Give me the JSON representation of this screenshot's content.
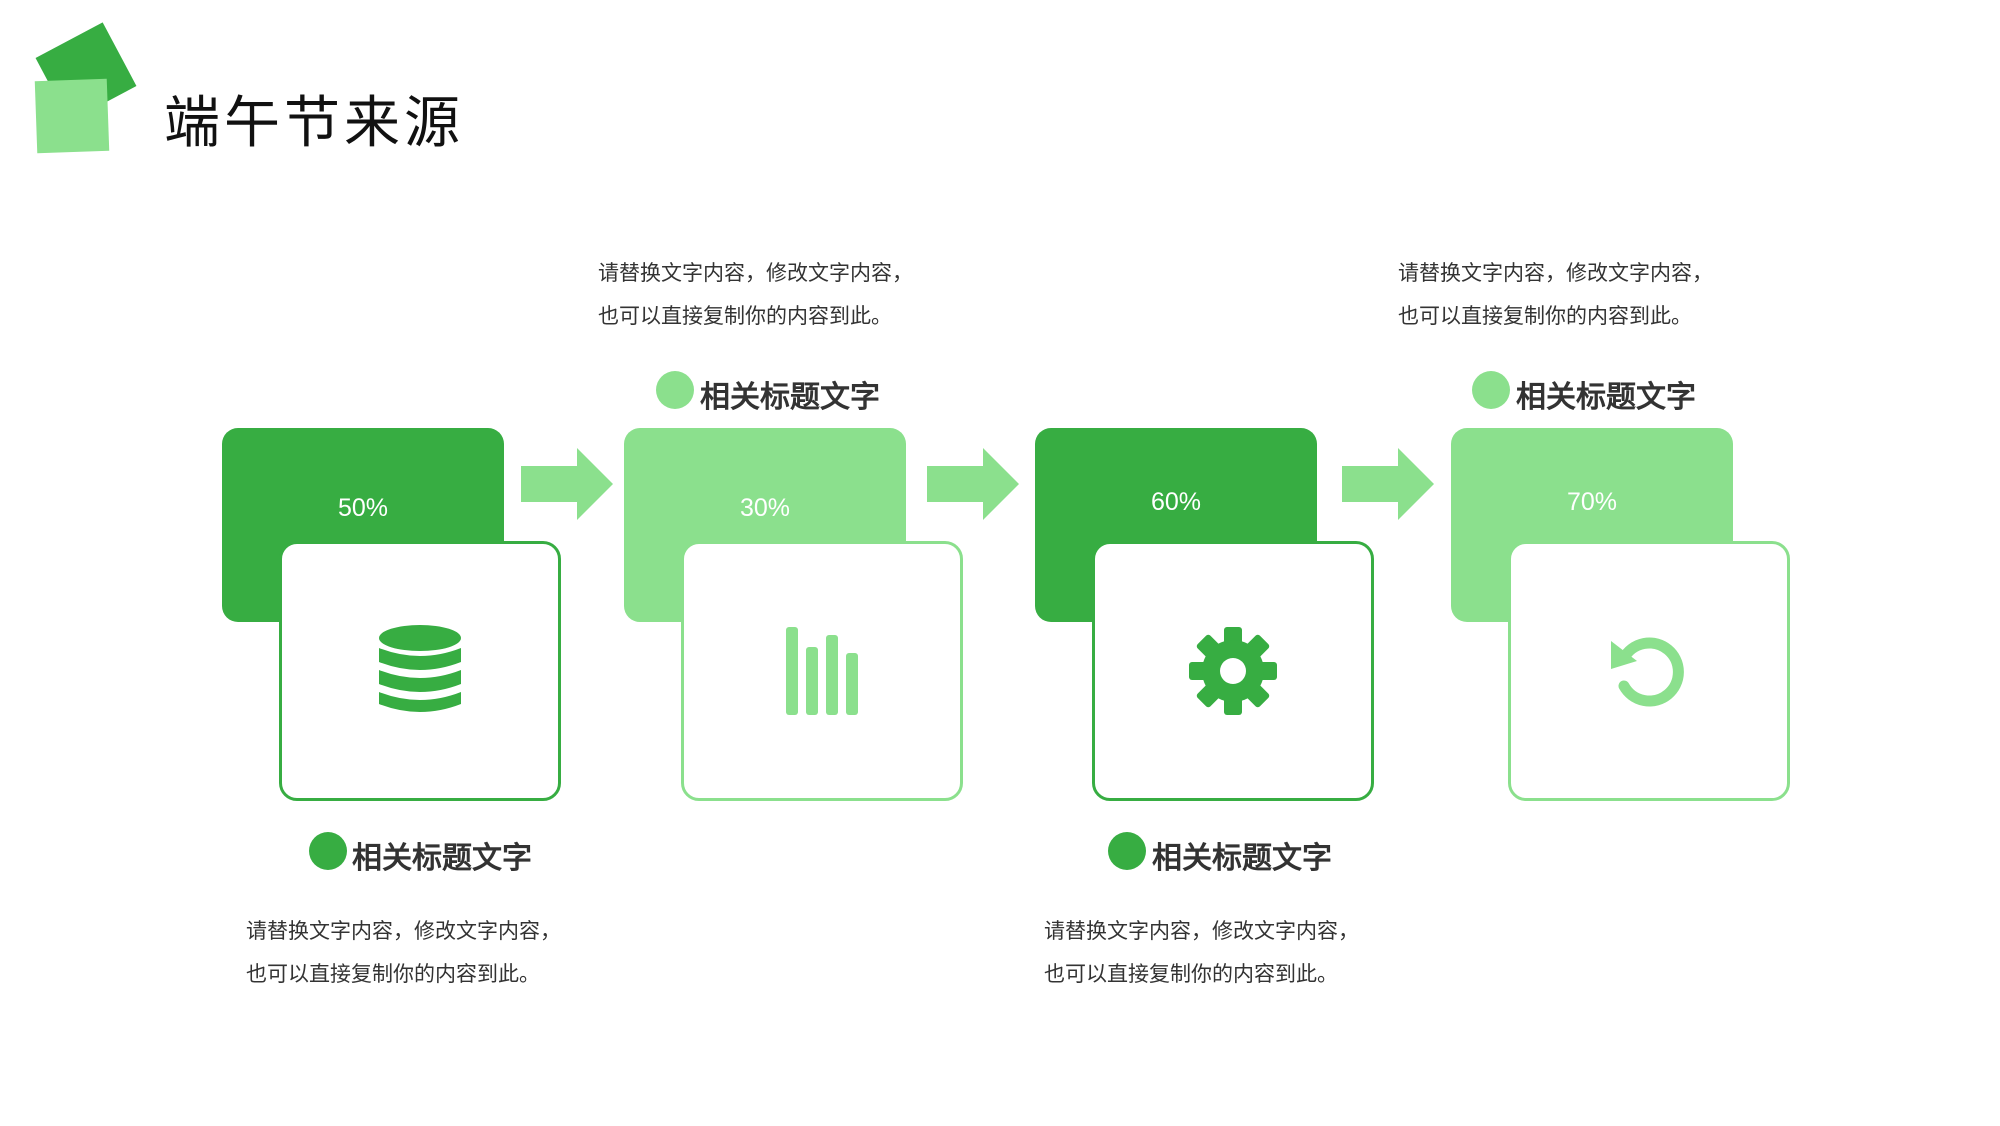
{
  "title": "端午节来源",
  "colors": {
    "dark": "#37ad42",
    "light": "#8be08d",
    "text": "#333333"
  },
  "steps": [
    {
      "percent": "50%",
      "icon": "database-icon",
      "heading": "相关标题文字",
      "desc": [
        "请替换文字内容，修改文字内容，",
        "也可以直接复制你的内容到此。"
      ]
    },
    {
      "percent": "30%",
      "icon": "bar-chart-icon",
      "heading": "相关标题文字",
      "desc": [
        "请替换文字内容，修改文字内容，",
        "也可以直接复制你的内容到此。"
      ]
    },
    {
      "percent": "60%",
      "icon": "gear-icon",
      "heading": "相关标题文字",
      "desc": [
        "请替换文字内容，修改文字内容，",
        "也可以直接复制你的内容到此。"
      ]
    },
    {
      "percent": "70%",
      "icon": "refresh-icon",
      "heading": "相关标题文字",
      "desc": [
        "请替换文字内容，修改文字内容，",
        "也可以直接复制你的内容到此。"
      ]
    }
  ]
}
